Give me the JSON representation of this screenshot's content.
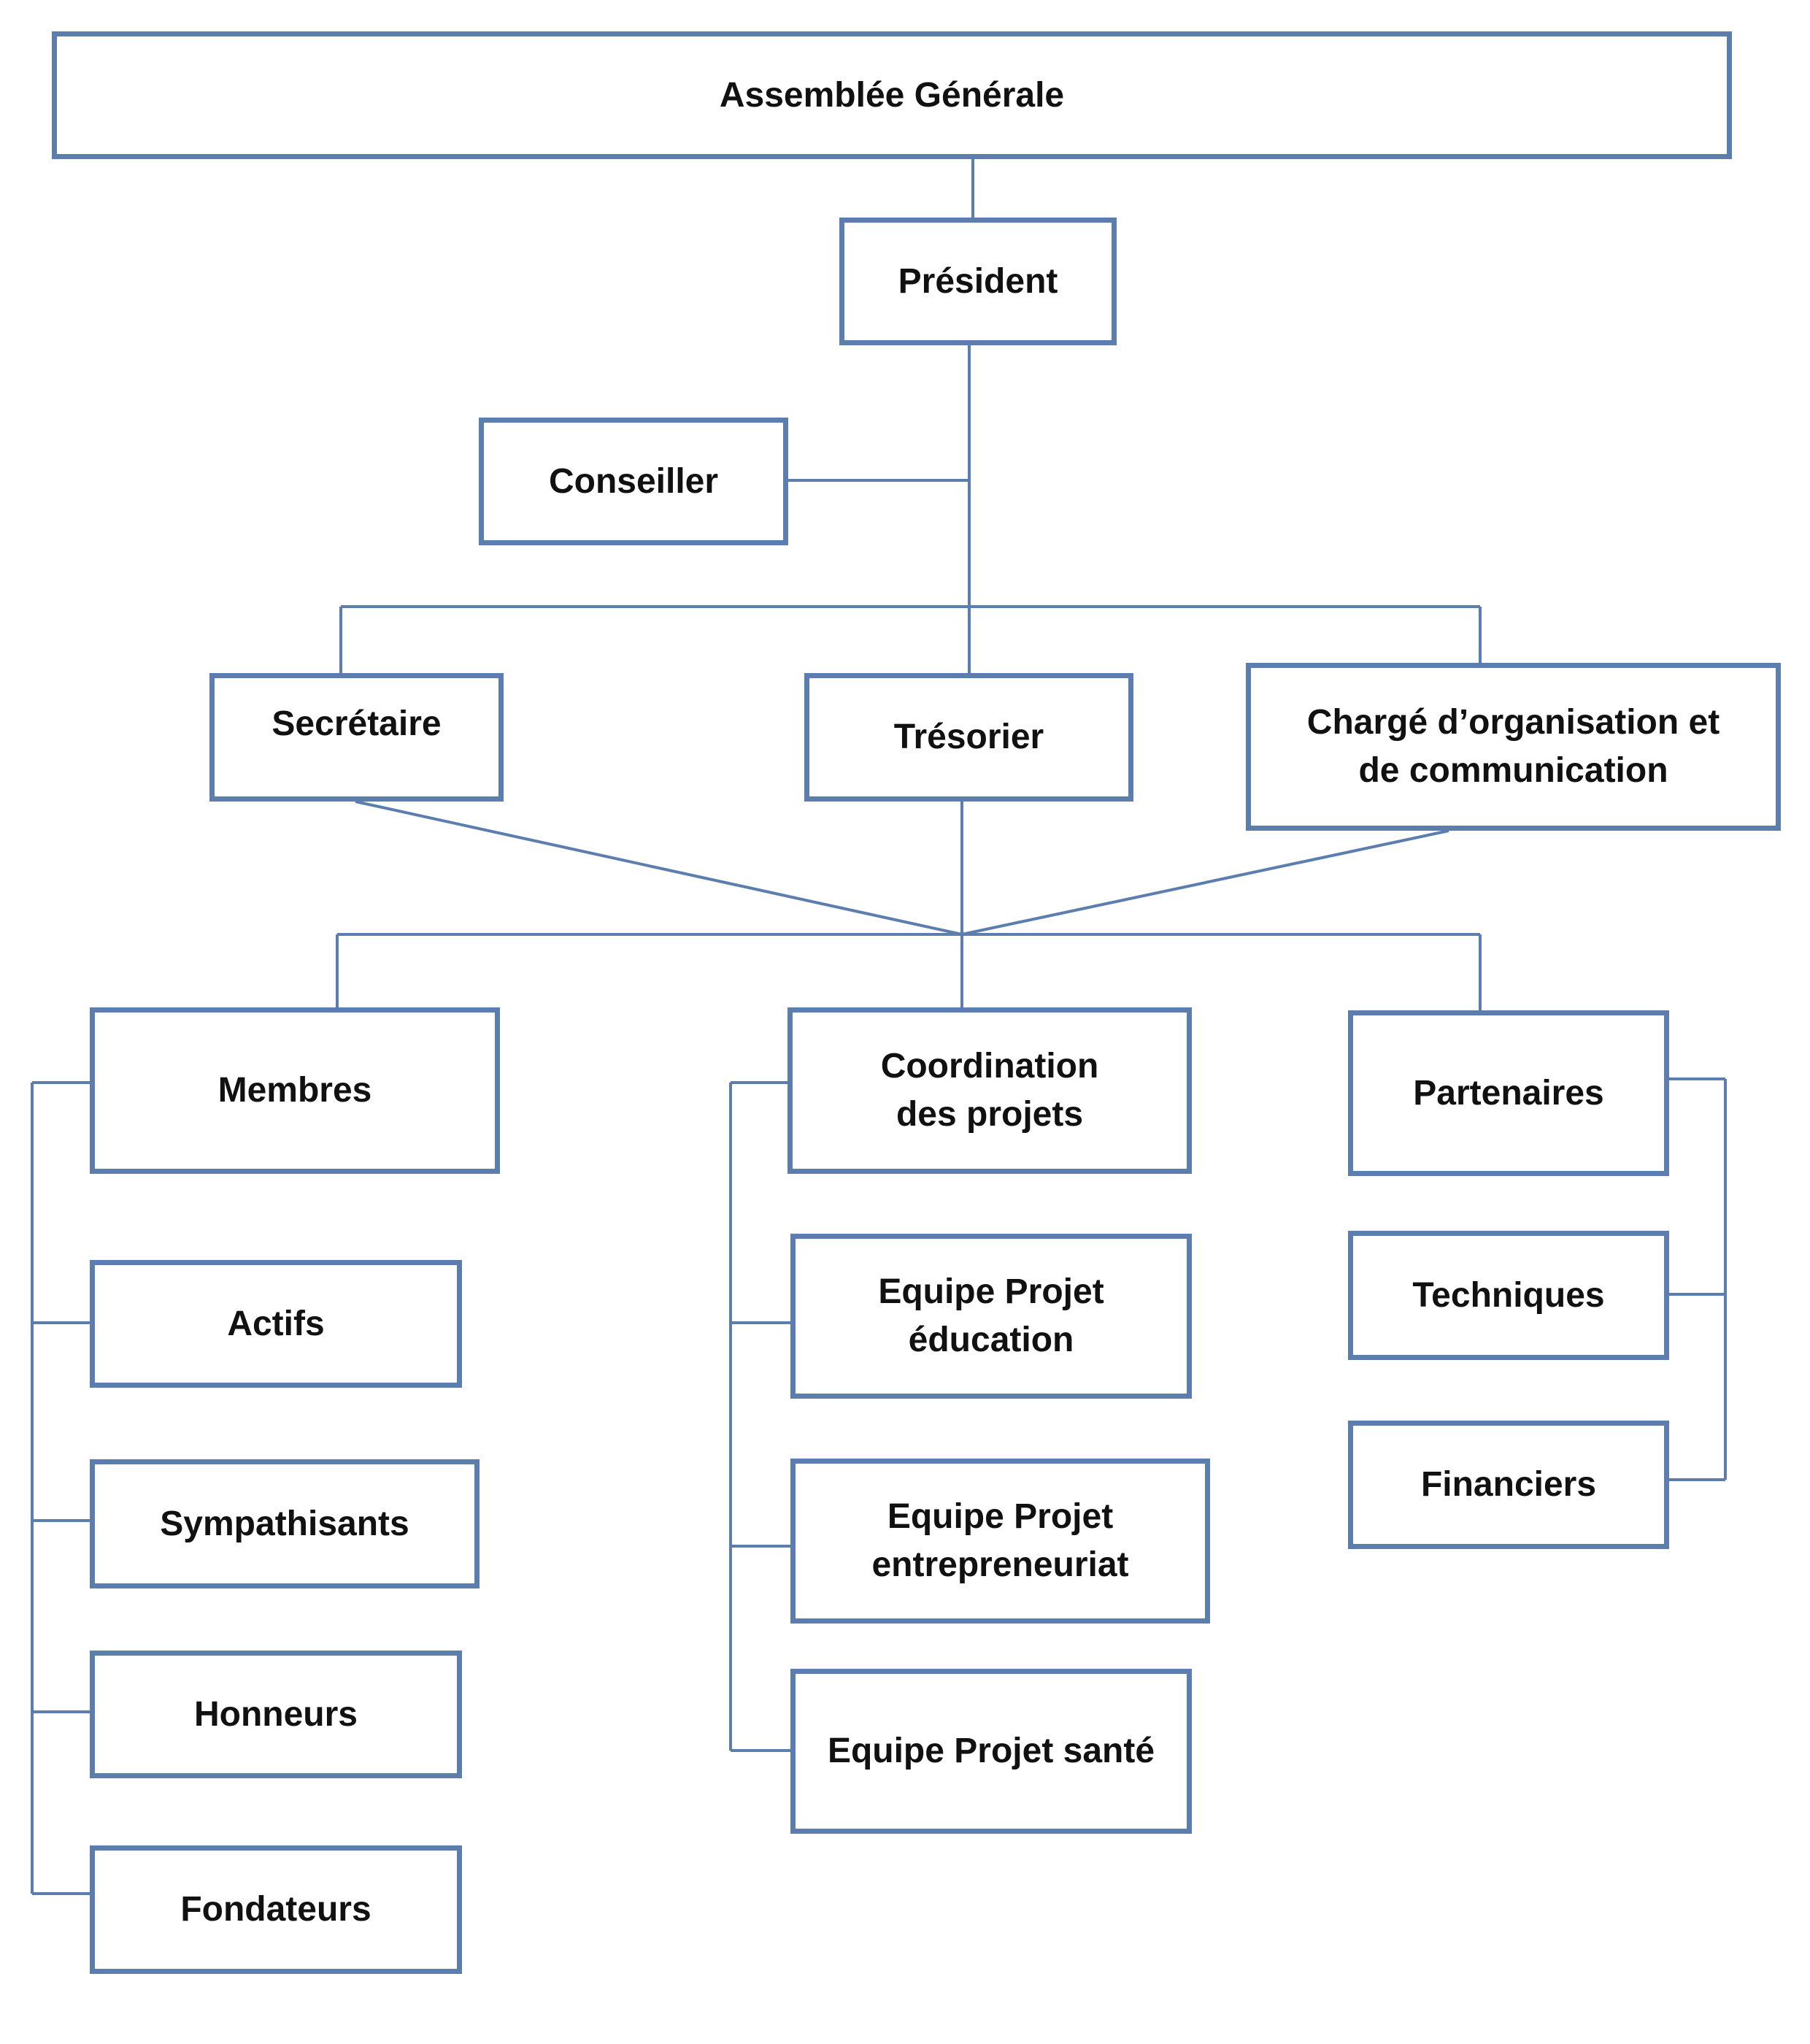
{
  "diagram": {
    "colors": {
      "border": "#5b7eae",
      "connector": "#5b7eae",
      "text": "#111111",
      "background": "#ffffff"
    },
    "nodes": {
      "assemblee": "Assemblée Générale",
      "president": "Président",
      "conseiller": "Conseiller",
      "secretaire": "Secrétaire",
      "tresorier": "Trésorier",
      "charge": "Chargé d’organisation et de communication",
      "membres": "Membres",
      "coordination": "Coordination des projets",
      "partenaires": "Partenaires",
      "actifs": "Actifs",
      "sympathisants": "Sympathisants",
      "honneurs": "Honneurs",
      "fondateurs": "Fondateurs",
      "equipe_education": "Equipe Projet éducation",
      "equipe_entrepreneuriat": "Equipe Projet entrepreneuriat",
      "equipe_sante": "Equipe Projet santé",
      "techniques": "Techniques",
      "financiers": "Financiers"
    }
  }
}
